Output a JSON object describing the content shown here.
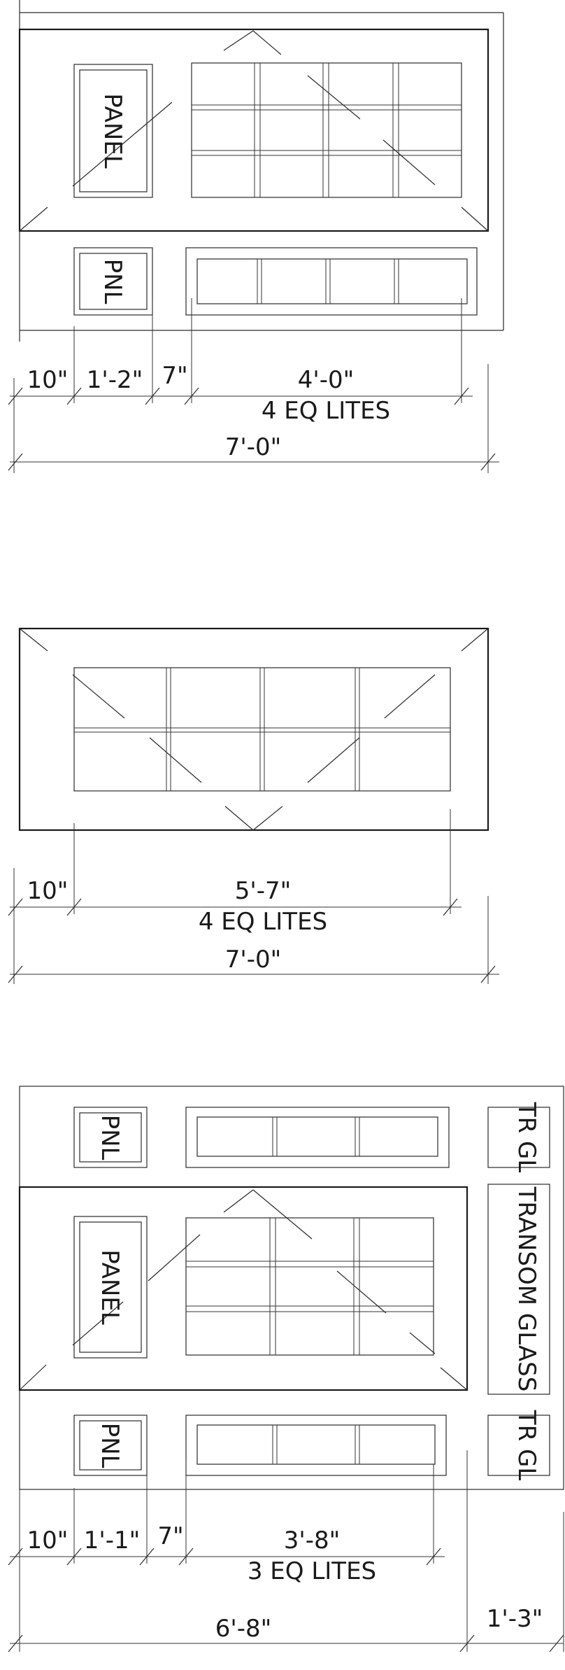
{
  "drawings": [
    {
      "labels": {
        "panel": "PANEL",
        "pnl": "PNL"
      },
      "dimensions": {
        "d1": "10\"",
        "d2": "1'-2\"",
        "d3": "7\"",
        "d4": "4'-0\"",
        "lites": "4 EQ LITES",
        "total": "7'-0\""
      }
    },
    {
      "dimensions": {
        "d1": "10\"",
        "d2": "5'-7\"",
        "lites": "4 EQ LITES",
        "total": "7'-0\""
      }
    },
    {
      "labels": {
        "pnl_top": "PNL",
        "panel": "PANEL",
        "pnl_bottom": "PNL",
        "tr_top": "TR GL",
        "transom": "TRANSOM GLASS",
        "tr_bottom": "TR GL"
      },
      "dimensions": {
        "d1": "10\"",
        "d2": "1'-1\"",
        "d3": "7\"",
        "d4": "3'-8\"",
        "lites": "3 EQ LITES",
        "total": "6'-8\"",
        "right": "1'-3\""
      }
    }
  ]
}
